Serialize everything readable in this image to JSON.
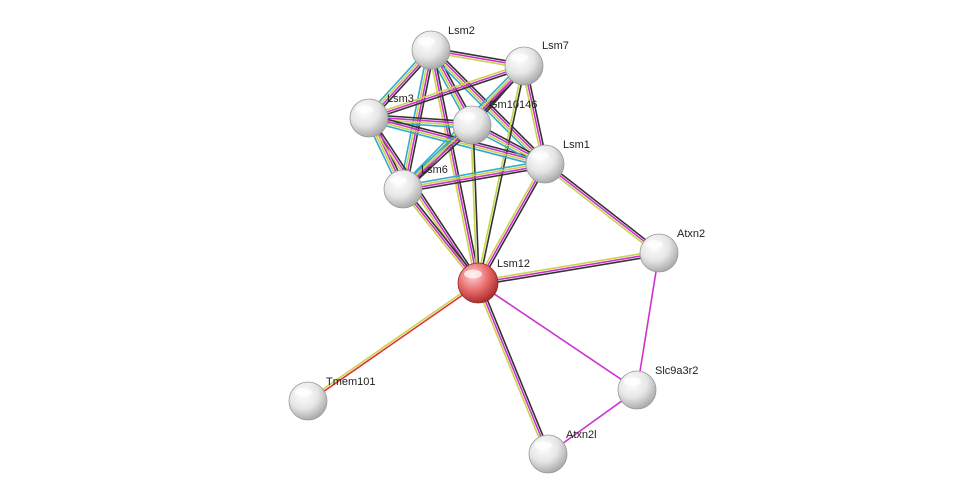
{
  "network": {
    "nodes": [
      {
        "id": "Lsm2",
        "label": "Lsm2",
        "query": false
      },
      {
        "id": "Lsm7",
        "label": "Lsm7",
        "query": false
      },
      {
        "id": "Lsm3",
        "label": "Lsm3",
        "query": false
      },
      {
        "id": "Gm10146",
        "label": "Gm10146",
        "query": false
      },
      {
        "id": "Lsm1",
        "label": "Lsm1",
        "query": false
      },
      {
        "id": "Lsm6",
        "label": "Lsm6",
        "query": false
      },
      {
        "id": "Atxn2",
        "label": "Atxn2",
        "query": false
      },
      {
        "id": "Lsm12",
        "label": "Lsm12",
        "query": true
      },
      {
        "id": "Tmem101",
        "label": "Tmem101",
        "query": false
      },
      {
        "id": "Slc9a3r2",
        "label": "Slc9a3r2",
        "query": false
      },
      {
        "id": "Atxn2l",
        "label": "Atxn2l",
        "query": false
      }
    ],
    "edge_colors": {
      "black": "#333333",
      "magenta": "#cc33cc",
      "yellow": "#c8d44a",
      "cyan": "#33aacc",
      "green": "#66aa44",
      "blue": "#3355cc",
      "red": "#dd3333"
    },
    "edges": [
      {
        "a": "Lsm2",
        "b": "Lsm7",
        "types": [
          "black",
          "magenta",
          "yellow"
        ]
      },
      {
        "a": "Lsm2",
        "b": "Lsm3",
        "types": [
          "black",
          "magenta",
          "yellow",
          "cyan"
        ]
      },
      {
        "a": "Lsm2",
        "b": "Gm10146",
        "types": [
          "black",
          "magenta",
          "yellow",
          "cyan"
        ]
      },
      {
        "a": "Lsm2",
        "b": "Lsm1",
        "types": [
          "black",
          "magenta",
          "yellow",
          "cyan"
        ]
      },
      {
        "a": "Lsm2",
        "b": "Lsm6",
        "types": [
          "black",
          "magenta",
          "yellow",
          "cyan"
        ]
      },
      {
        "a": "Lsm2",
        "b": "Lsm12",
        "types": [
          "black",
          "magenta",
          "yellow"
        ]
      },
      {
        "a": "Lsm7",
        "b": "Lsm3",
        "types": [
          "black",
          "magenta",
          "yellow"
        ]
      },
      {
        "a": "Lsm7",
        "b": "Gm10146",
        "types": [
          "black",
          "magenta",
          "yellow"
        ]
      },
      {
        "a": "Lsm7",
        "b": "Lsm1",
        "types": [
          "black",
          "magenta",
          "yellow"
        ]
      },
      {
        "a": "Lsm7",
        "b": "Lsm6",
        "types": [
          "black",
          "magenta",
          "yellow",
          "cyan"
        ]
      },
      {
        "a": "Lsm7",
        "b": "Lsm12",
        "types": [
          "black",
          "yellow"
        ]
      },
      {
        "a": "Lsm3",
        "b": "Gm10146",
        "types": [
          "black",
          "magenta",
          "yellow",
          "cyan"
        ]
      },
      {
        "a": "Lsm3",
        "b": "Lsm1",
        "types": [
          "black",
          "magenta",
          "yellow",
          "cyan"
        ]
      },
      {
        "a": "Lsm3",
        "b": "Lsm6",
        "types": [
          "black",
          "magenta",
          "yellow",
          "cyan"
        ]
      },
      {
        "a": "Lsm3",
        "b": "Lsm12",
        "types": [
          "black",
          "magenta",
          "yellow"
        ]
      },
      {
        "a": "Gm10146",
        "b": "Lsm1",
        "types": [
          "black",
          "magenta",
          "yellow",
          "cyan"
        ]
      },
      {
        "a": "Gm10146",
        "b": "Lsm6",
        "types": [
          "black",
          "magenta",
          "yellow",
          "cyan"
        ]
      },
      {
        "a": "Gm10146",
        "b": "Lsm12",
        "types": [
          "black",
          "yellow"
        ]
      },
      {
        "a": "Lsm1",
        "b": "Lsm6",
        "types": [
          "black",
          "magenta",
          "yellow",
          "cyan"
        ]
      },
      {
        "a": "Lsm1",
        "b": "Lsm12",
        "types": [
          "black",
          "magenta",
          "yellow"
        ]
      },
      {
        "a": "Lsm1",
        "b": "Atxn2",
        "types": [
          "black",
          "magenta",
          "yellow"
        ]
      },
      {
        "a": "Lsm6",
        "b": "Lsm12",
        "types": [
          "black",
          "magenta",
          "yellow"
        ]
      },
      {
        "a": "Atxn2",
        "b": "Lsm12",
        "types": [
          "black",
          "magenta",
          "yellow"
        ]
      },
      {
        "a": "Atxn2",
        "b": "Slc9a3r2",
        "types": [
          "magenta"
        ]
      },
      {
        "a": "Lsm12",
        "b": "Tmem101",
        "types": [
          "red",
          "yellow"
        ]
      },
      {
        "a": "Lsm12",
        "b": "Slc9a3r2",
        "types": [
          "magenta"
        ]
      },
      {
        "a": "Lsm12",
        "b": "Atxn2l",
        "types": [
          "black",
          "magenta",
          "yellow"
        ]
      },
      {
        "a": "Slc9a3r2",
        "b": "Atxn2l",
        "types": [
          "magenta"
        ]
      }
    ]
  }
}
